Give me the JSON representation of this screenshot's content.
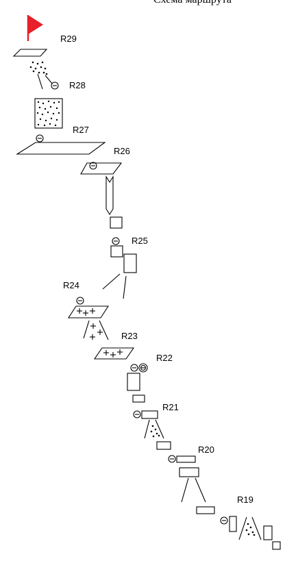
{
  "title": "Схема маршрута",
  "flag_color": "#e8202a",
  "routes": {
    "r29": "R29",
    "r28": "R28",
    "r27": "R27",
    "r26": "R26",
    "r25": "R25",
    "r24": "R24",
    "r23": "R23",
    "r22": "R22",
    "r21": "R21",
    "r20": "R20",
    "r19": "R19"
  }
}
